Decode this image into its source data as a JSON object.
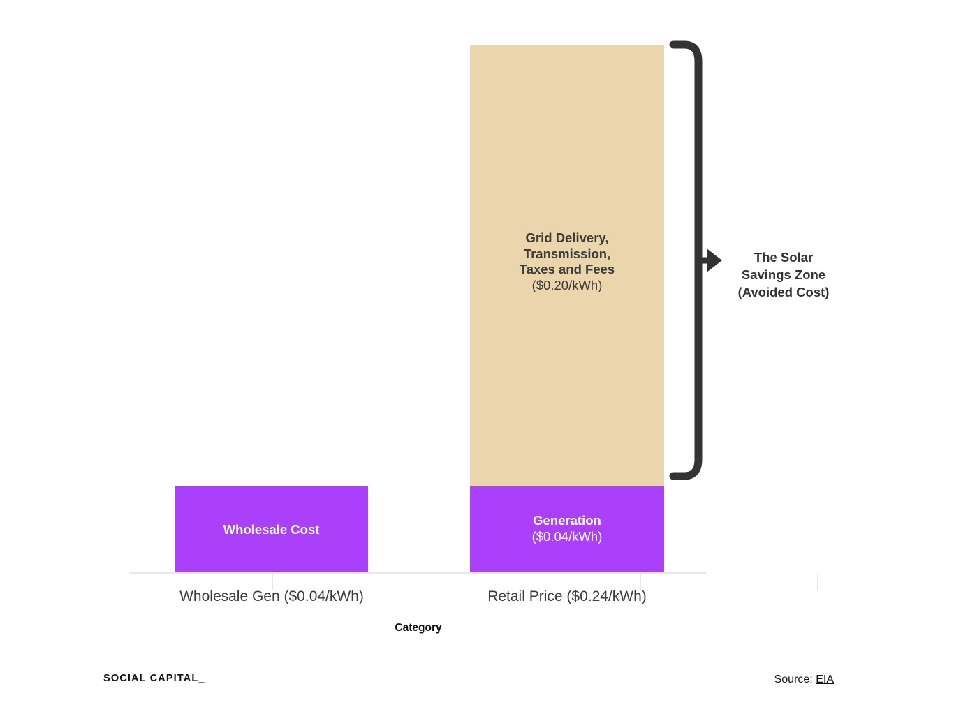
{
  "colors": {
    "purple": "#ab40fc",
    "tan": "#ebd5ac",
    "annotation": "#333333",
    "axis": "#ece7e5",
    "text_dark": "#3b3b3b"
  },
  "chart_data": {
    "type": "bar",
    "title": "",
    "xlabel": "Category",
    "ylabel": "",
    "grid": false,
    "stacked": true,
    "categories": [
      "Wholesale Gen ($0.04/kWh)",
      "Retail Price ($0.24/kWh)"
    ],
    "ylim": [
      0,
      0.2725
    ],
    "series": [
      {
        "name": "Generation",
        "color": "#ab40fc",
        "values": [
          0.04,
          0.04
        ],
        "unit": "$/kWh"
      },
      {
        "name": "Grid Delivery, Transmission, Taxes and Fees",
        "color": "#ebd5ac",
        "values": [
          0,
          0.2
        ],
        "unit": "$/kWh"
      }
    ],
    "segment_labels": [
      {
        "category": "Wholesale Gen ($0.04/kWh)",
        "series": "Generation",
        "line1": "Wholesale Cost",
        "line2": ""
      },
      {
        "category": "Retail Price ($0.24/kWh)",
        "series": "Generation",
        "line1": "Generation",
        "line2": "($0.04/kWh)"
      },
      {
        "category": "Retail Price ($0.24/kWh)",
        "series": "Grid Delivery, Transmission, Taxes and Fees",
        "line1": "Grid Delivery,",
        "line2": "Transmission,",
        "line3": "Taxes and Fees",
        "line4": "($0.20/kWh)"
      }
    ],
    "annotations": [
      {
        "name": "solar-savings-zone",
        "line1": "The Solar",
        "line2": "Savings Zone",
        "line3": "(Avoided Cost)",
        "spans_series": "Grid Delivery, Transmission, Taxes and Fees",
        "value": 0.2
      }
    ]
  },
  "bars": {
    "wholesale_label": "Wholesale Cost",
    "generation_label": "Generation",
    "generation_value": "($0.04/kWh)",
    "grid_line1": "Grid Delivery,",
    "grid_line2": "Transmission,",
    "grid_line3": "Taxes and Fees",
    "grid_value": "($0.20/kWh)"
  },
  "axis": {
    "tick_0": "Wholesale Gen ($0.04/kWh)",
    "tick_1": "Retail Price ($0.24/kWh)",
    "x_title": "Category"
  },
  "annotation": {
    "line1": "The Solar",
    "line2": "Savings Zone",
    "line3": "(Avoided Cost)"
  },
  "footer": {
    "brand": "SOCIAL CAPITAL_",
    "source_prefix": "Source:",
    "source_link": "EIA"
  }
}
